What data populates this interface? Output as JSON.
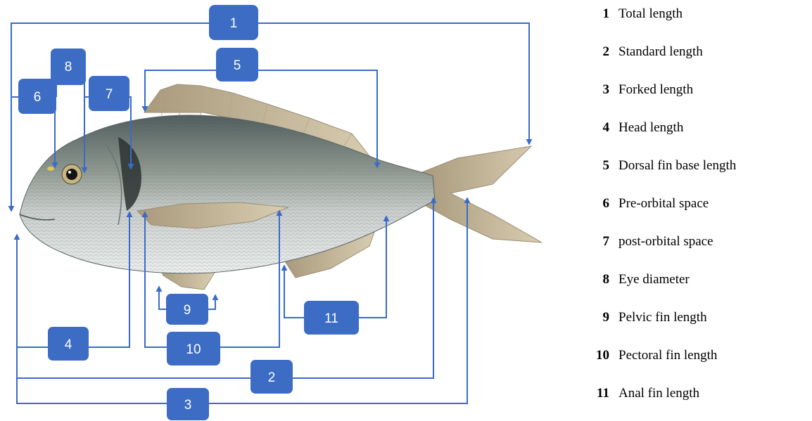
{
  "colors": {
    "annotation": "#3a6bc8",
    "badge_fill": "#3c6cc4",
    "badge_text": "#ffffff",
    "fish_back": "#5d6a6a",
    "fish_belly": "#d8dcdc",
    "fin": "#c9b48a"
  },
  "badges": {
    "b1": "1",
    "b2": "2",
    "b3": "3",
    "b4": "4",
    "b5": "5",
    "b6": "6",
    "b7": "7",
    "b8": "8",
    "b9": "9",
    "b10": "10",
    "b11": "11"
  },
  "legend": {
    "items": [
      {
        "num": "1",
        "label": "Total length"
      },
      {
        "num": "2",
        "label": "Standard length"
      },
      {
        "num": "3",
        "label": "Forked length"
      },
      {
        "num": "4",
        "label": "Head length"
      },
      {
        "num": "5",
        "label": "Dorsal fin base length"
      },
      {
        "num": "6",
        "label": "Pre-orbital space"
      },
      {
        "num": "7",
        "label": "post-orbital space"
      },
      {
        "num": "8",
        "label": "Eye diameter"
      },
      {
        "num": "9",
        "label": "Pelvic fin length"
      },
      {
        "num": "10",
        "label": "Pectoral fin length"
      },
      {
        "num": "11",
        "label": "Anal fin length"
      }
    ]
  }
}
